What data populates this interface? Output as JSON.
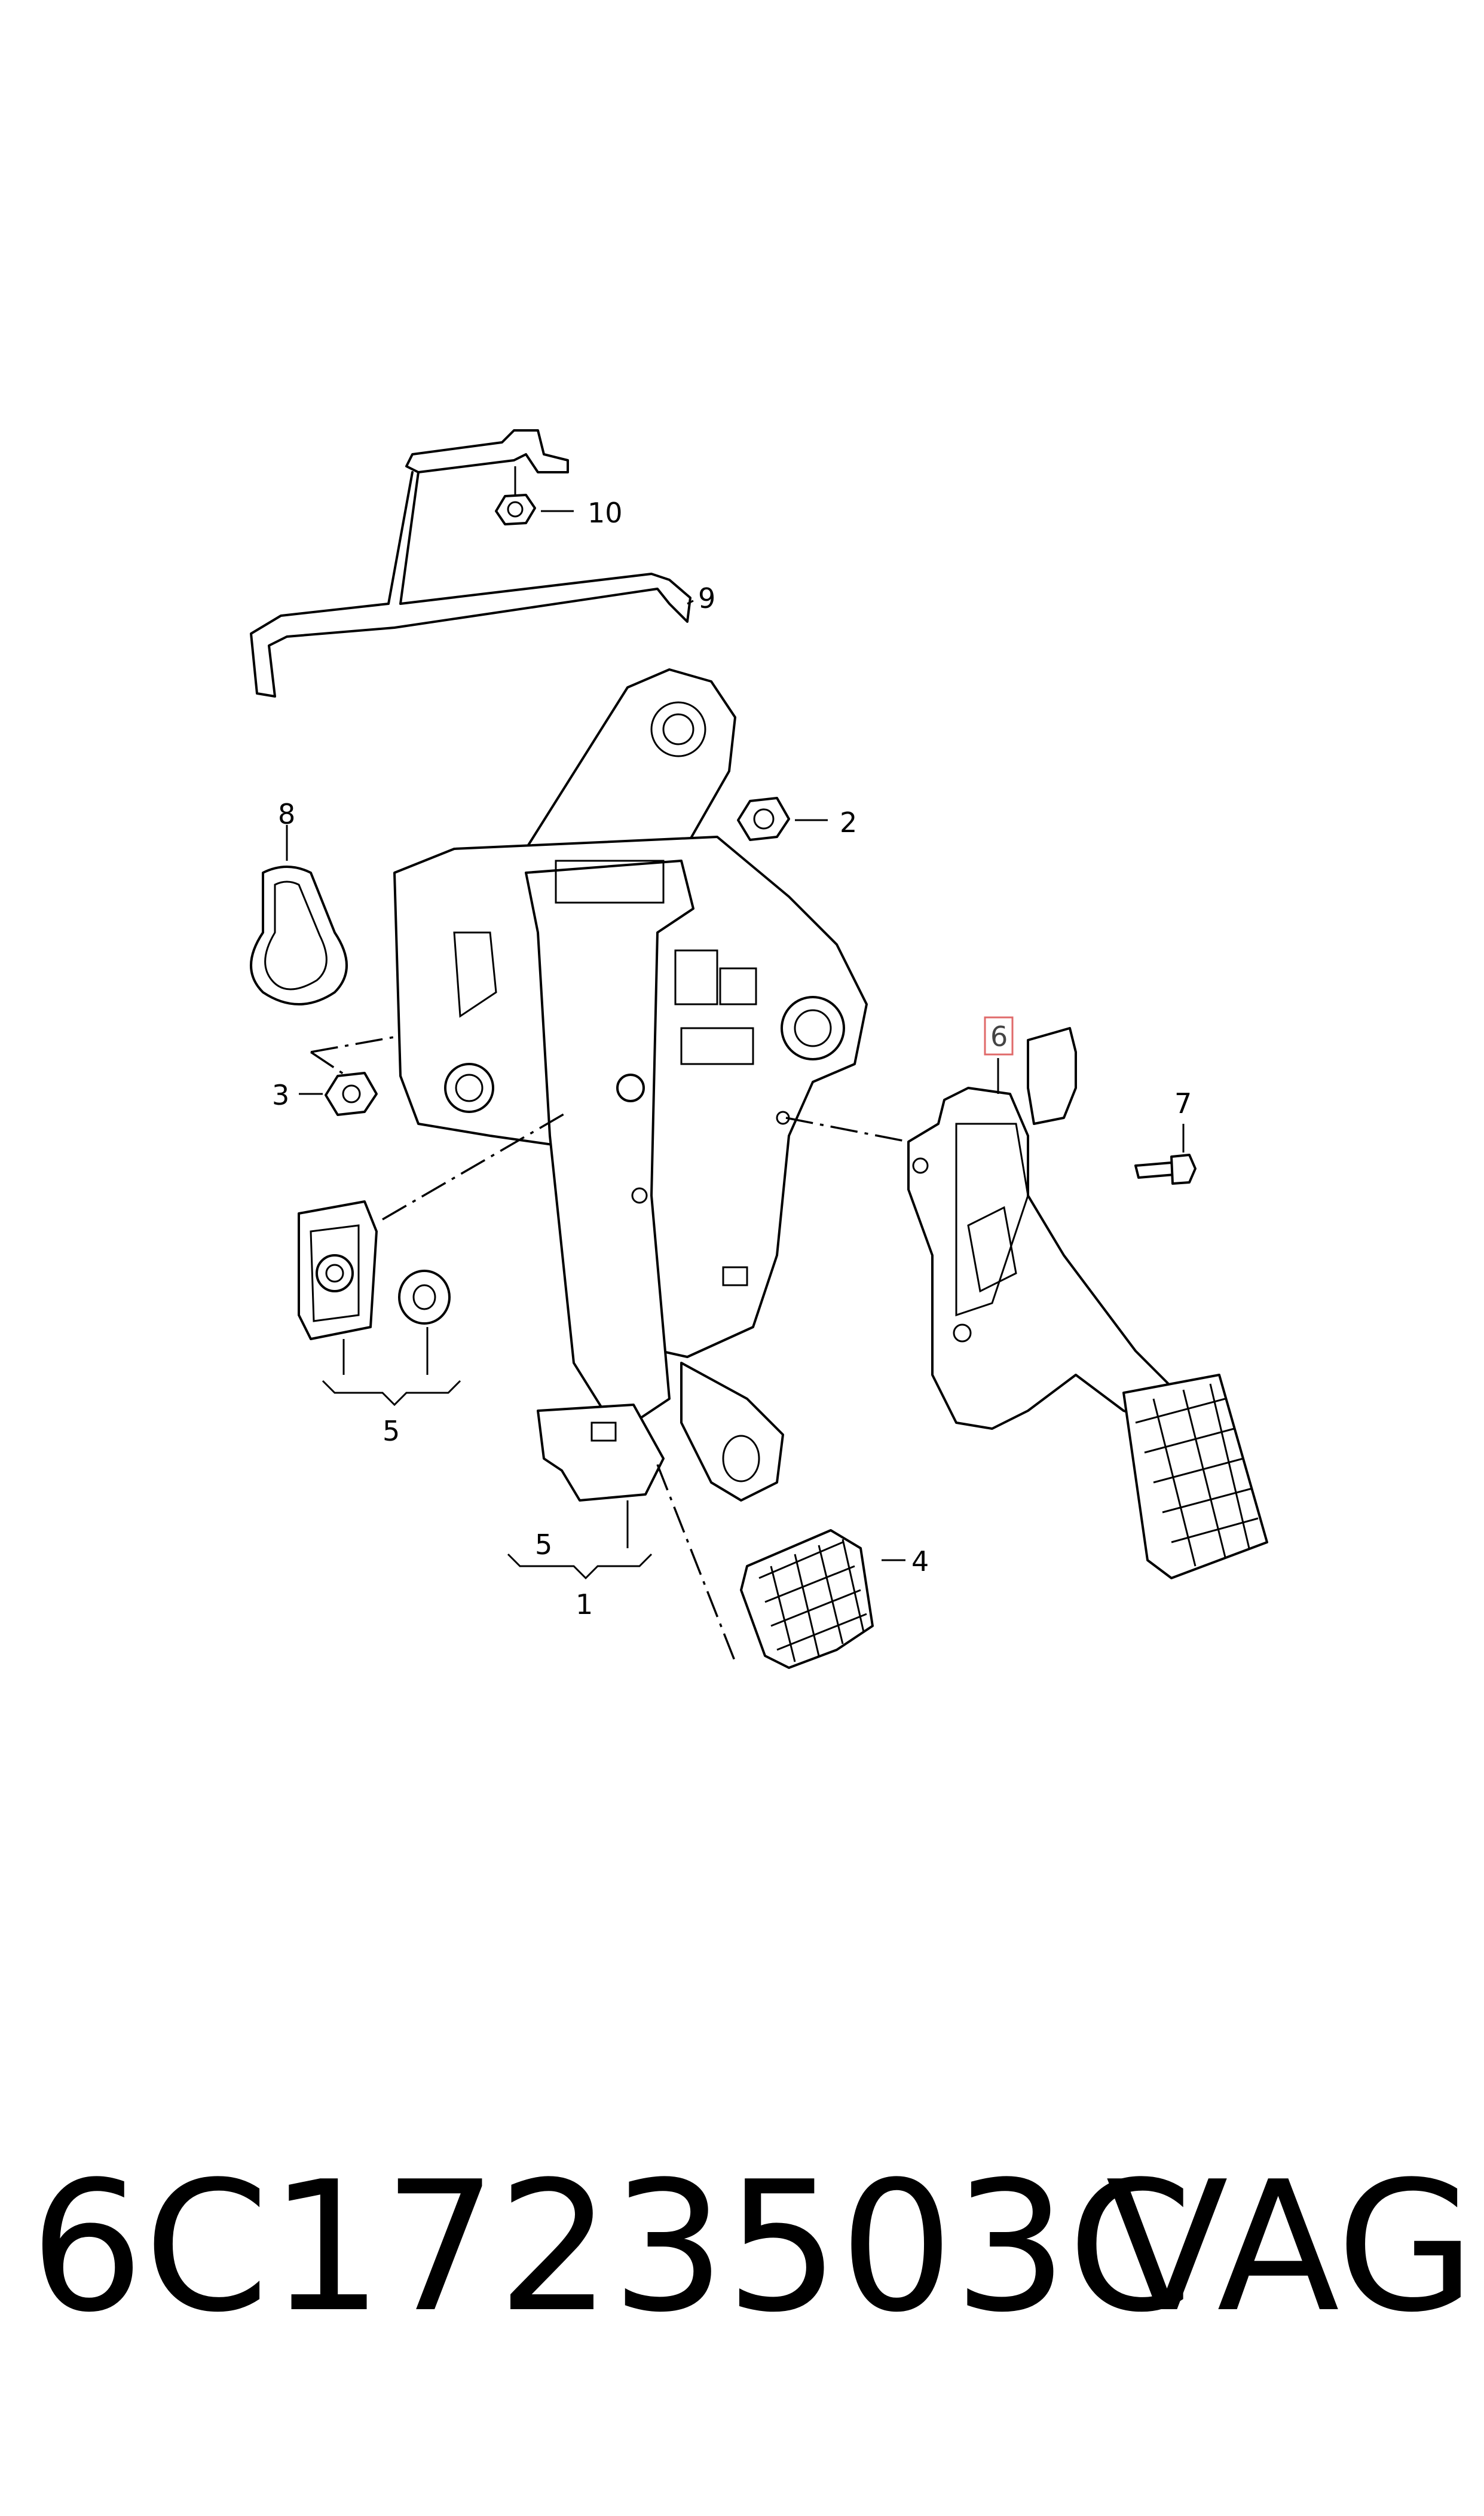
{
  "callouts": {
    "c1": "1",
    "c2": "2",
    "c3": "3",
    "c4": "4",
    "c5a": "5",
    "c5b": "5",
    "c6": "6",
    "c7": "7",
    "c8": "8",
    "c9": "9",
    "c10": "10"
  },
  "highlighted_callout": "6",
  "footer": {
    "part_number": "6C1723503C",
    "brand": "VAG"
  }
}
